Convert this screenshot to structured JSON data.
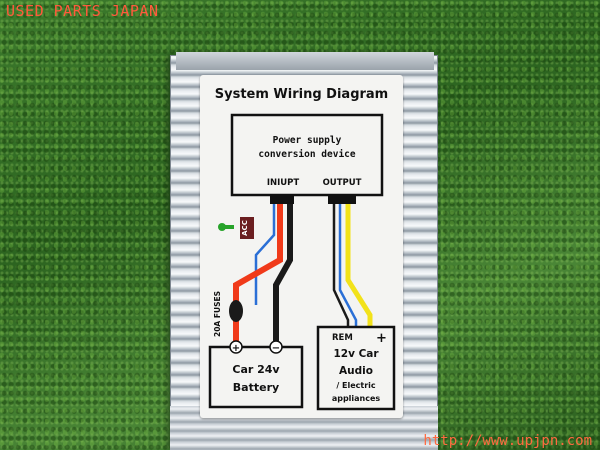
{
  "watermark": {
    "top": "USED PARTS JAPAN",
    "bottom": "http://www.upjpn.com"
  },
  "label": {
    "title": "System Wiring Diagram",
    "device_line1": "Power supply",
    "device_line2": "conversion device",
    "input": "INIUPT",
    "output": "OUTPUT",
    "acc": "ACC",
    "fuses": "20A FUSES",
    "battery_line1": "Car 24v",
    "battery_line2": "Battery",
    "plus": "+",
    "minus": "−",
    "audio_rem": "REM",
    "audio_plus": "+",
    "audio_line1": "12v Car",
    "audio_line2": "Audio",
    "audio_line3": "/ Electric",
    "audio_line4": "appliances"
  },
  "colors": {
    "wire_red": "#f03a1a",
    "wire_black": "#1a1a1a",
    "wire_blue": "#2a6fd6",
    "wire_yellow": "#f2e21a",
    "acc_green": "#27a32a",
    "label_bg": "#f4f4f2"
  }
}
